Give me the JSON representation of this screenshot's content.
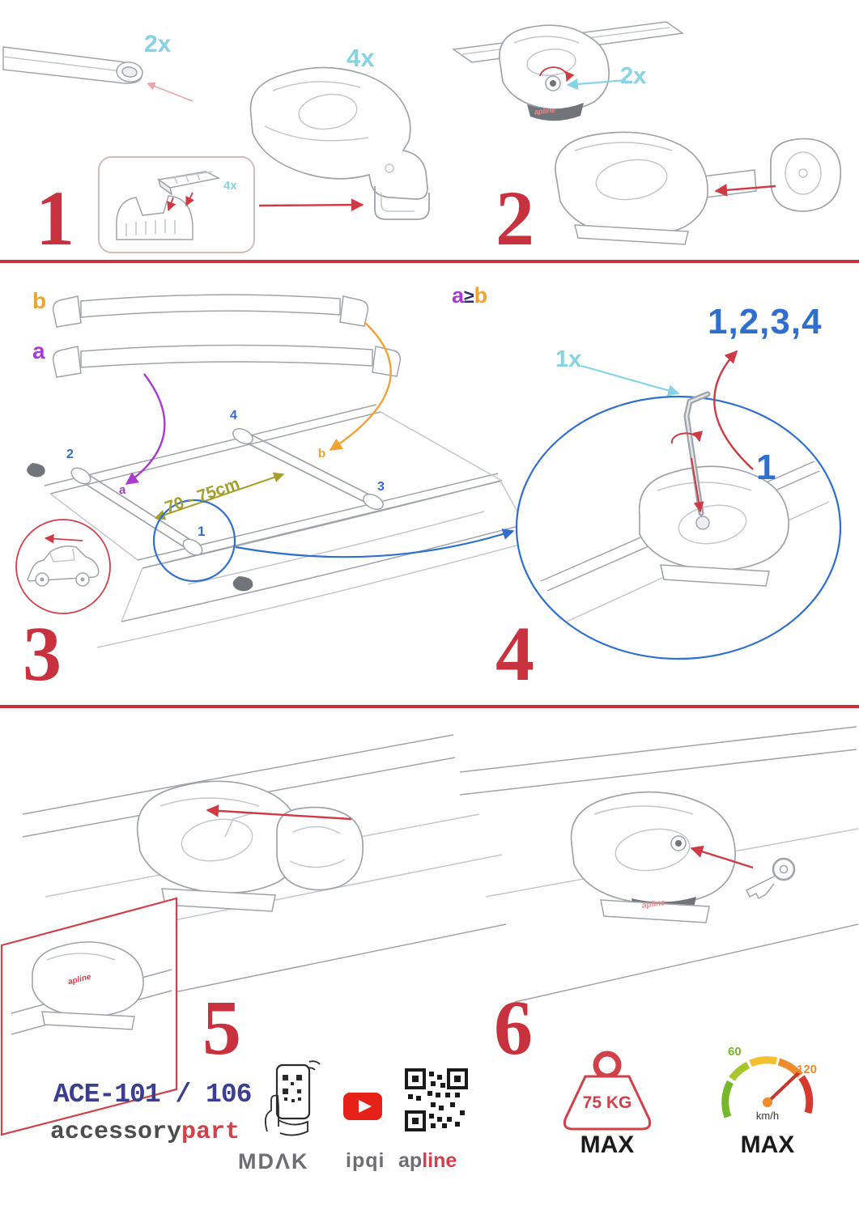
{
  "colors": {
    "accent_red": "#c8323e",
    "arrow_red": "#d03a45",
    "cyan": "#85d3e4",
    "purple": "#a93bd0",
    "orange": "#f0a232",
    "blue": "#2e6fd0",
    "olive": "#a6a028",
    "navy": "#3c3f8f",
    "text_gray": "#6d6e71",
    "youtube_red": "#e62117",
    "gauge_green": "#76b82a",
    "gauge_red": "#d8382e",
    "line_art_gray": "#9fa4a9"
  },
  "icons": {
    "crossbar": "roof-crossbar",
    "clamp_foot": "mounting-foot",
    "rubber_pad": "rubber-pad",
    "end_cap": "end-cap",
    "allen_key": "hex-key",
    "key": "lock-key",
    "scan_phone": "hand-with-phone-qr",
    "youtube": "play-button",
    "qr_code": "qr-code",
    "weight": "75kg-weight",
    "speedometer": "speed-gauge"
  },
  "steps": {
    "step1": {
      "number": "1",
      "bar_qty": "2x",
      "foot_qty": "4x",
      "pad_qty": "4x"
    },
    "step2": {
      "number": "2",
      "lock_qty": "2x"
    },
    "step3": {
      "number": "3",
      "bar_b_label": "b",
      "bar_a_label": "a",
      "span_label": "70 - 75cm",
      "positions": {
        "p1": "1",
        "p2": "2",
        "p3": "3",
        "p4": "4"
      },
      "drop_a_label": "a",
      "drop_b_label": "b"
    },
    "step4": {
      "number": "4",
      "rule_a": "a",
      "rule_gte": "≥",
      "rule_b": "b",
      "sequence": "1,2,3,4",
      "tool_qty": "1x",
      "first_position": "1"
    },
    "step5": {
      "number": "5"
    },
    "step6": {
      "number": "6"
    }
  },
  "branding": {
    "apline": "apline"
  },
  "footer": {
    "model": "ACE-101 / 106",
    "brand": {
      "accessory": "accessory",
      "part": "part"
    },
    "partners": {
      "mdak": "MDΛK",
      "ipqi": "ipqi",
      "apline_ap": "ap",
      "apline_line": "line"
    },
    "load_limit": {
      "value": "75 KG",
      "label": "MAX"
    },
    "speed_limit": {
      "low": "60",
      "high": "120",
      "unit": "km/h",
      "label": "MAX"
    }
  }
}
